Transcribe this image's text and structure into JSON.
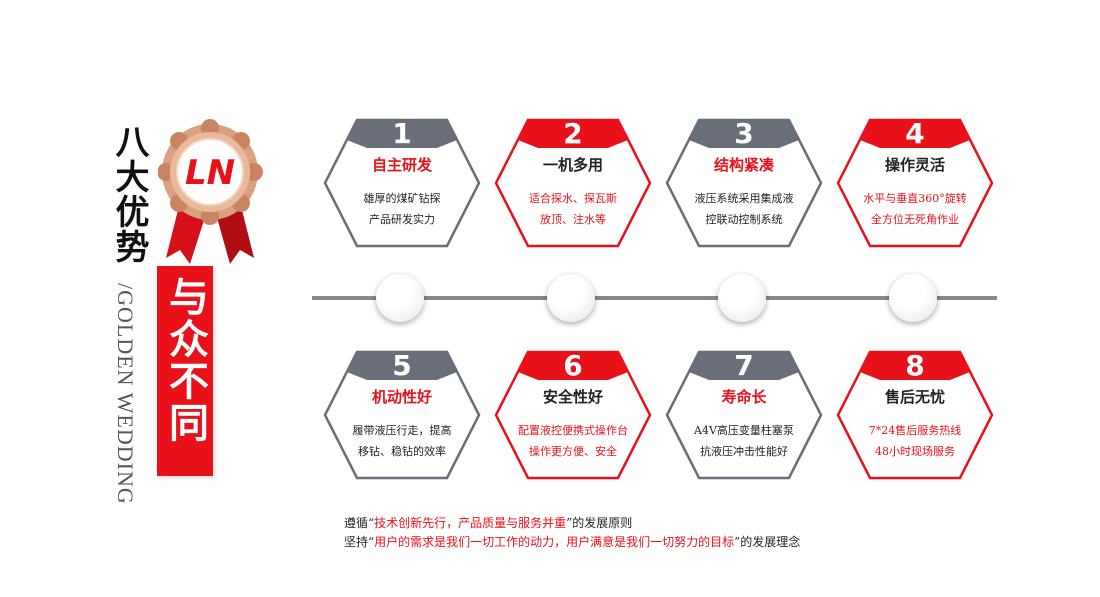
{
  "heading": {
    "title": "八大优势",
    "subtitle": "/GOLDEN WEDDING",
    "logo_text": "LN",
    "banner": "与众不同"
  },
  "colors": {
    "accent": "#e8111a",
    "gray": "#6a6e78",
    "text": "#222222"
  },
  "advantages": [
    {
      "num": "1",
      "title": "自主研发",
      "desc1": "雄厚的煤矿钻探",
      "desc2": "产品研发实力",
      "tab": "gray",
      "title_red": true,
      "desc_red": false
    },
    {
      "num": "2",
      "title": "一机多用",
      "desc1": "适合探水、探瓦斯",
      "desc2": "放顶、注水等",
      "tab": "red",
      "title_red": false,
      "desc_red": true
    },
    {
      "num": "3",
      "title": "结构紧凑",
      "desc1": "液压系统采用集成液",
      "desc2": "控联动控制系统",
      "tab": "gray",
      "title_red": true,
      "desc_red": false
    },
    {
      "num": "4",
      "title": "操作灵活",
      "desc1": "水平与垂直360°旋转",
      "desc2": "全方位无死角作业",
      "tab": "red",
      "title_red": false,
      "desc_red": true
    },
    {
      "num": "5",
      "title": "机动性好",
      "desc1": "履带液压行走，提高",
      "desc2": "移钻、稳钻的效率",
      "tab": "gray",
      "title_red": true,
      "desc_red": false
    },
    {
      "num": "6",
      "title": "安全性好",
      "desc1": "配置液控便携式操作台",
      "desc2": "操作更方便、安全",
      "tab": "red",
      "title_red": false,
      "desc_red": true
    },
    {
      "num": "7",
      "title": "寿命长",
      "desc1": "A4V高压变量柱塞泵",
      "desc2": "抗液压冲击性能好",
      "tab": "gray",
      "title_red": true,
      "desc_red": false
    },
    {
      "num": "8",
      "title": "售后无忧",
      "desc1": "7*24售后服务热线",
      "desc2": "48小时现场服务",
      "tab": "red",
      "title_red": false,
      "desc_red": true
    }
  ],
  "footer": {
    "line1_pre": "遵循“",
    "line1_hl": "技术创新先行，产品质量与服务并重",
    "line1_post": "”的发展原则",
    "line2_pre": "坚持“",
    "line2_hl": "用户的需求是我们一切工作的动力，用户满意是我们一切努力的目标",
    "line2_post": "”的发展理念"
  }
}
